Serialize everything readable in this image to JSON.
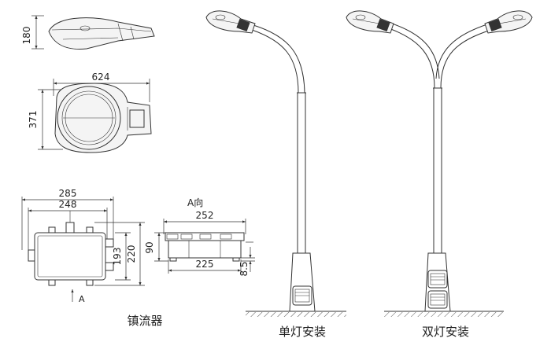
{
  "drawing": {
    "lamp_side_view": {
      "height_dim": "180"
    },
    "lamp_top_view": {
      "width_dim": "624",
      "height_dim": "371"
    },
    "ballast_front": {
      "width_outer_dim": "285",
      "width_inner_dim": "248",
      "height_inner_dim": "193",
      "height_outer_dim": "220",
      "view_marker": "A",
      "caption": "镇流器"
    },
    "ballast_side": {
      "view_label": "A向",
      "width_top_dim": "252",
      "width_bottom_dim": "225",
      "height_dim": "90",
      "foot_dim": "8.5"
    },
    "single_pole": {
      "caption": "单灯安装"
    },
    "double_pole": {
      "caption": "双灯安装"
    }
  }
}
